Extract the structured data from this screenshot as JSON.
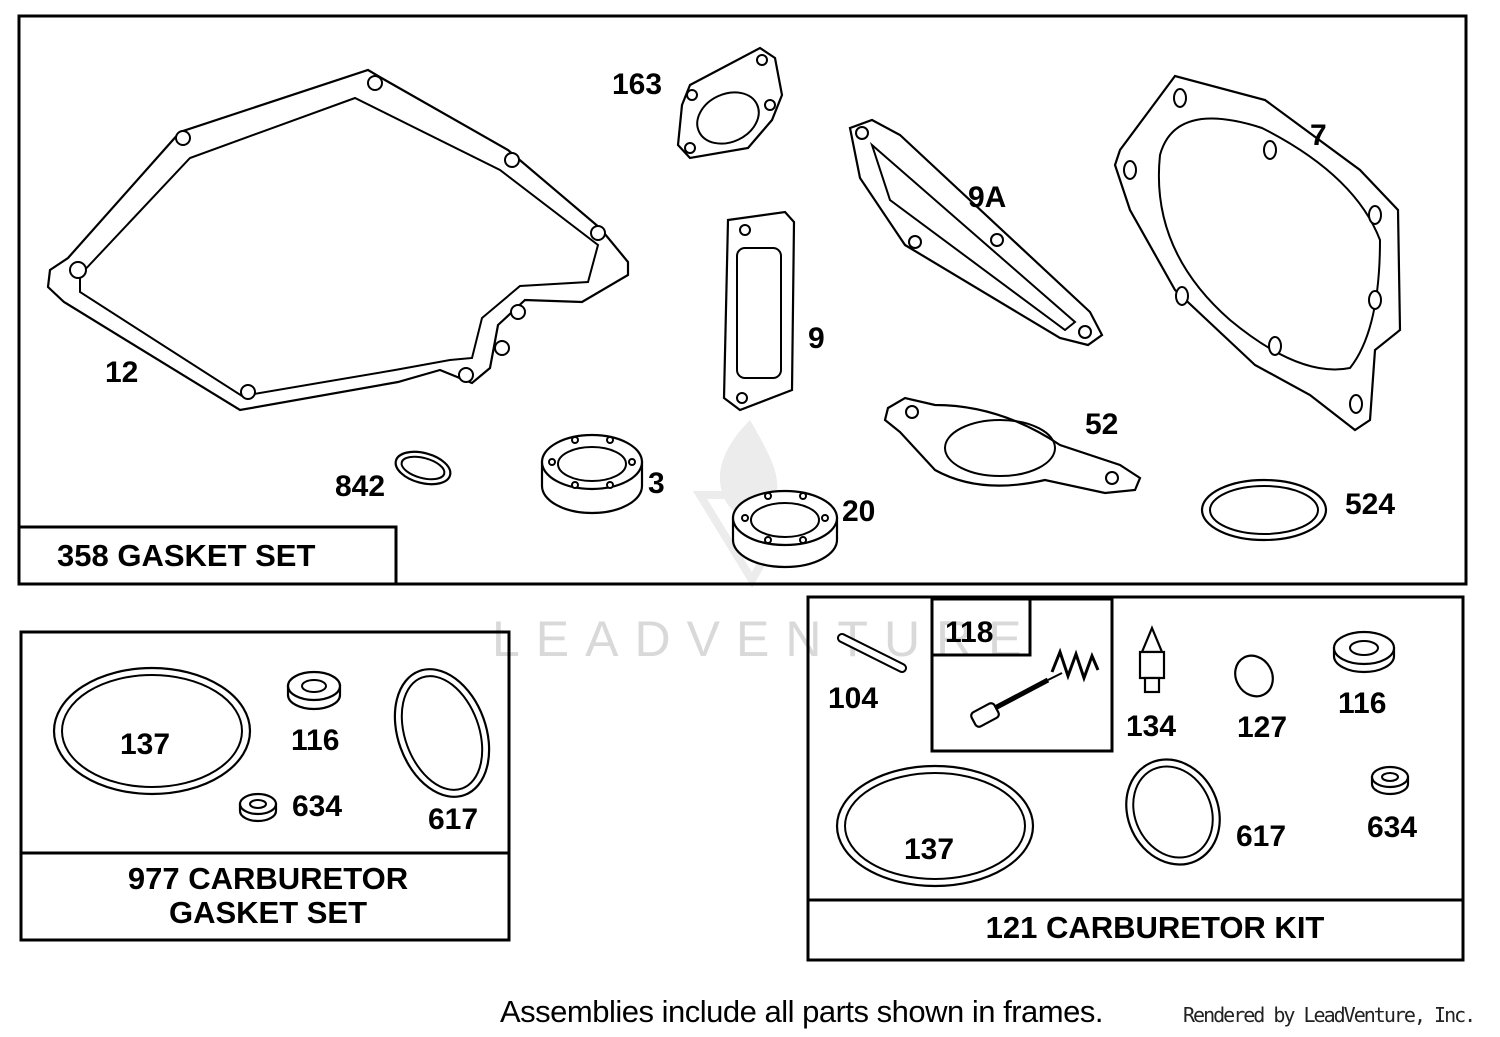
{
  "watermark": {
    "text": "LEADVENTURE"
  },
  "frames": {
    "gasket_set": {
      "title": "358 GASKET SET"
    },
    "carb_gasket_set": {
      "title_line1": "977 CARBURETOR",
      "title_line2": "GASKET SET"
    },
    "carb_kit": {
      "title": "121 CARBURETOR KIT",
      "sub_frame_label": "118"
    }
  },
  "callouts": {
    "p12": "12",
    "p163": "163",
    "p9": "9",
    "p9a": "9A",
    "p7": "7",
    "p842": "842",
    "p3": "3",
    "p20": "20",
    "p52": "52",
    "p524": "524",
    "c137": "137",
    "c116": "116",
    "c634": "634",
    "c617": "617",
    "k104": "104",
    "k134": "134",
    "k127": "127",
    "k116": "116",
    "k137": "137",
    "k617": "617",
    "k634": "634"
  },
  "footer": {
    "note": "Assemblies include all parts shown in frames.",
    "credit": "Rendered by LeadVenture, Inc."
  }
}
